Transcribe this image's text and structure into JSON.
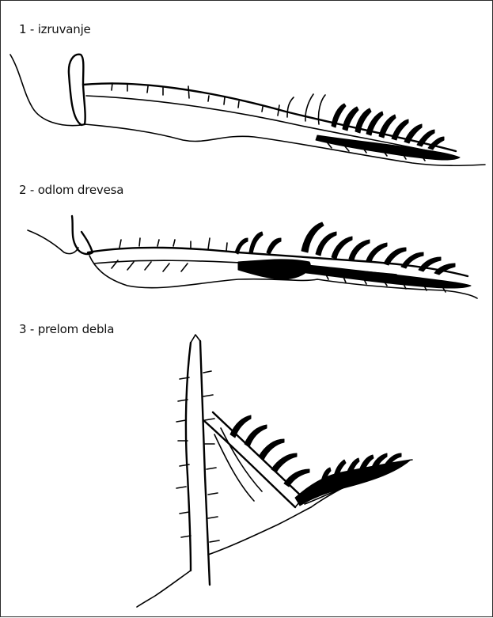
{
  "panels": [
    {
      "label": "1 - izruvanje"
    },
    {
      "label": "2 - odlom drevesa"
    },
    {
      "label": "3 - prelom debla"
    }
  ],
  "colors": {
    "ink": "#000000",
    "background": "#ffffff",
    "border": "#2a2a2a"
  }
}
